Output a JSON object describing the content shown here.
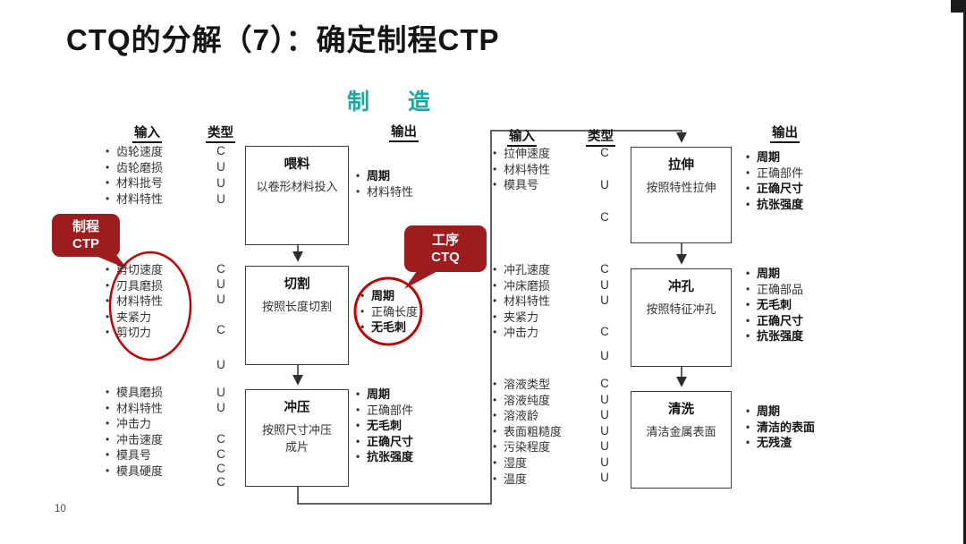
{
  "page": {
    "title": "CTQ的分解（7）：确定制程CTP",
    "section_header": "制　造",
    "page_number": "10"
  },
  "column_headers": {
    "input": "输入",
    "type": "类型",
    "output": "输出"
  },
  "callouts": {
    "ctp": {
      "line1": "制程",
      "line2": "CTP"
    },
    "ctq": {
      "line1": "工序",
      "line2": "CTQ"
    }
  },
  "colors": {
    "section_header_teal": "#1ba8a1",
    "callout_red": "#9e1b1e",
    "highlight_red": "#c00000",
    "box_border": "#3d3d3d"
  },
  "groups": [
    {
      "name": "喂料",
      "box": {
        "title": "喂料",
        "subtitle": "以卷形材料投入"
      },
      "inputs": [
        "齿轮速度",
        "齿轮磨损",
        "材料批号",
        "材料特性"
      ],
      "types": [
        "C",
        "U",
        "U",
        "U"
      ],
      "outputs": [
        "周期",
        "材料特性"
      ]
    },
    {
      "name": "切割",
      "box": {
        "title": "切割",
        "subtitle": "按照长度切割"
      },
      "inputs": [
        "剪切速度",
        "刃具磨损",
        "材料特性",
        "夹紧力",
        "剪切力"
      ],
      "types": [
        "C",
        "U",
        "U",
        "C",
        "U"
      ],
      "outputs": [
        "周期",
        "正确长度",
        "无毛刺"
      ]
    },
    {
      "name": "冲压",
      "box": {
        "title": "冲压",
        "subtitle": "按照尺寸冲压\n成片"
      },
      "inputs": [
        "模具磨损",
        "材料特性",
        "冲击力",
        "冲击速度",
        "模具号",
        "模具硬度"
      ],
      "types": [
        "U",
        "U",
        "C",
        "C",
        "C",
        "C"
      ],
      "outputs": [
        "周期",
        "正确部件",
        "无毛刺",
        "正确尺寸",
        "抗张强度"
      ]
    },
    {
      "name": "拉伸",
      "box": {
        "title": "拉伸",
        "subtitle": "按照特性拉伸"
      },
      "inputs": [
        "拉伸速度",
        "材料特性",
        "模具号"
      ],
      "types": [
        "C",
        "U",
        "C"
      ],
      "outputs": [
        "周期",
        "正确部件",
        "正确尺寸",
        "抗张强度"
      ]
    },
    {
      "name": "冲孔",
      "box": {
        "title": "冲孔",
        "subtitle": "按照特征冲孔"
      },
      "inputs": [
        "冲孔速度",
        "冲床磨损",
        "材料特性",
        "夹紧力",
        "冲击力"
      ],
      "types": [
        "C",
        "U",
        "U",
        "C",
        "U"
      ],
      "outputs": [
        "周期",
        "正确部品",
        "无毛刺",
        "正确尺寸",
        "抗张强度"
      ]
    },
    {
      "name": "清洗",
      "box": {
        "title": "清洗",
        "subtitle": "清洁金属表面"
      },
      "inputs": [
        "溶液类型",
        "溶液纯度",
        "溶液龄",
        "表面粗糙度",
        "污染程度",
        "湿度",
        "温度"
      ],
      "types": [
        "C",
        "U",
        "U",
        "U",
        "U",
        "U",
        "U"
      ],
      "outputs": [
        "周期",
        "清洁的表面",
        "无残渣"
      ]
    }
  ]
}
